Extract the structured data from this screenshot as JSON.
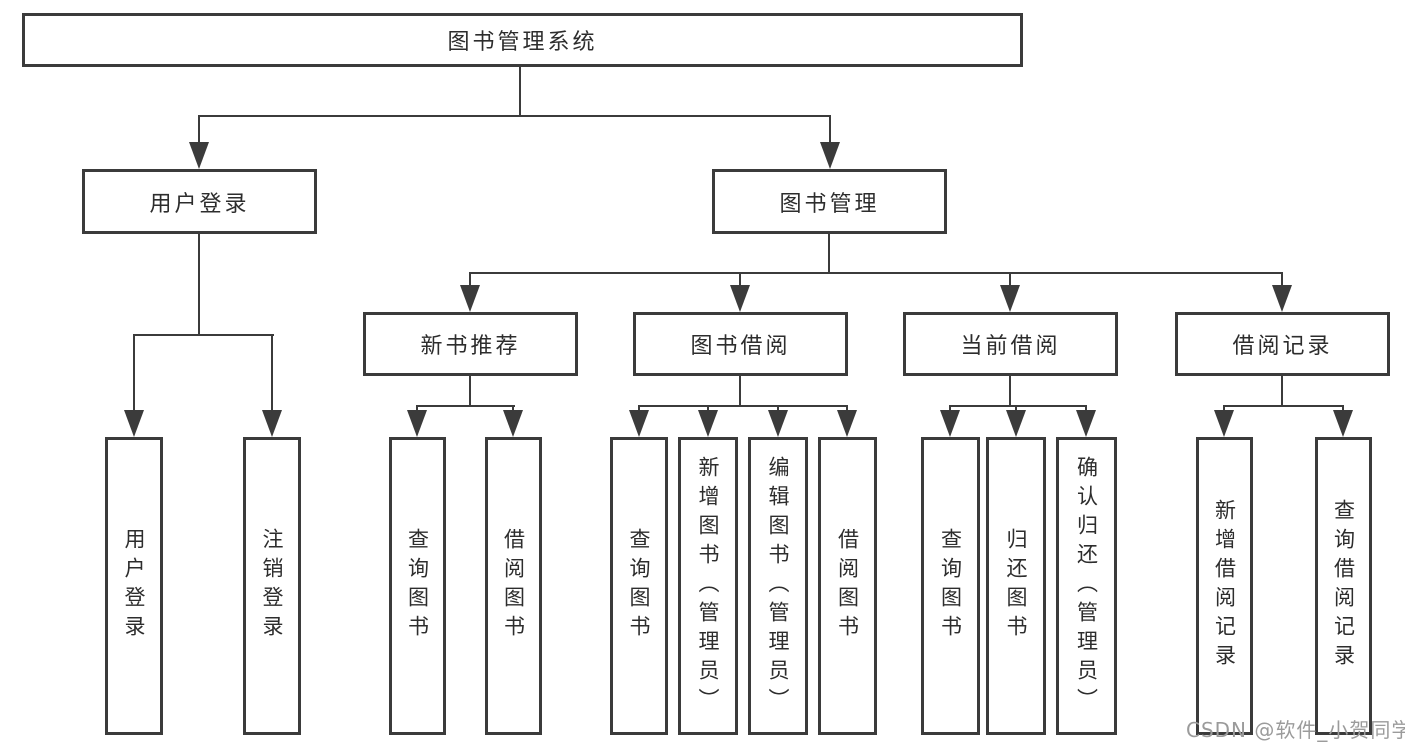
{
  "diagram_title": "图书管理系统",
  "tree": {
    "root": {
      "label": "图书管理系统"
    },
    "branches": [
      {
        "label": "用户登录",
        "children": [
          {
            "label": "用户登录"
          },
          {
            "label": "注销登录"
          }
        ]
      },
      {
        "label": "图书管理",
        "groups": [
          {
            "label": "新书推荐",
            "children": [
              {
                "label": "查询图书"
              },
              {
                "label": "借阅图书"
              }
            ]
          },
          {
            "label": "图书借阅",
            "children": [
              {
                "label": "查询图书"
              },
              {
                "label": "新增图书（管理员）"
              },
              {
                "label": "编辑图书（管理员）"
              },
              {
                "label": "借阅图书"
              }
            ]
          },
          {
            "label": "当前借阅",
            "children": [
              {
                "label": "查询图书"
              },
              {
                "label": "归还图书"
              },
              {
                "label": "确认归还（管理员）"
              }
            ]
          },
          {
            "label": "借阅记录",
            "children": [
              {
                "label": "新增借阅记录"
              },
              {
                "label": "查询借阅记录"
              }
            ]
          }
        ]
      }
    ]
  },
  "watermark": "CSDN @软件_小贺同学",
  "colors": {
    "line": "#3b3b3b",
    "text": "#2d2d2d",
    "watermark": "#9b9b9b",
    "background": "#ffffff"
  }
}
